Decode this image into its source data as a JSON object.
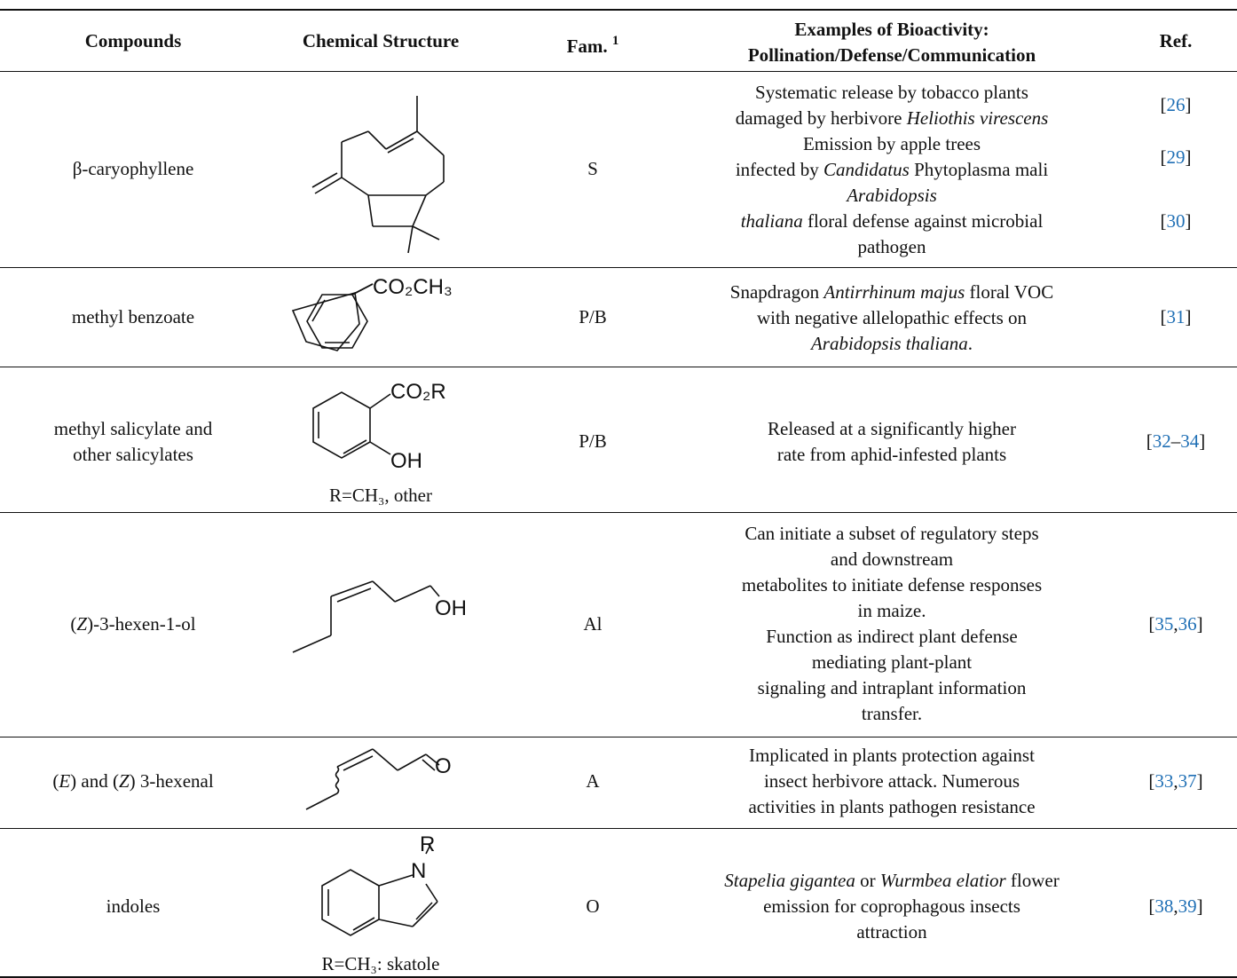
{
  "header": {
    "compounds": "Compounds",
    "structure": "Chemical Structure",
    "family": "Fam.",
    "family_note": "1",
    "bioactivity_line1": "Examples of Bioactivity:",
    "bioactivity_line2": "Pollination/Defense/Communication",
    "ref": "Ref."
  },
  "rows": [
    {
      "compound": "β-caryophyllene",
      "family": "S",
      "bio": [
        [
          "Systematic release by tobacco plants"
        ],
        [
          "damaged by herbivore ",
          {
            "i": "Heliothis virescens"
          }
        ],
        [
          "Emission by apple trees"
        ],
        [
          "infected by ",
          {
            "i": "Candidatus"
          },
          " Phytoplasma mali"
        ],
        [
          {
            "i": "Arabidopsis"
          }
        ],
        [
          {
            "i": "thaliana"
          },
          " floral defense against microbial"
        ],
        [
          "pathogen"
        ]
      ],
      "refs": [
        [
          "[",
          {
            "a": "26"
          },
          "]"
        ],
        [
          "[",
          {
            "a": "29"
          },
          "]"
        ],
        [
          "[",
          {
            "a": "30"
          },
          "]"
        ]
      ]
    },
    {
      "compound": "methyl benzoate",
      "family": "P/B",
      "structure_label": "CO₂CH₃",
      "bio": [
        [
          "Snapdragon ",
          {
            "i": "Antirrhinum majus"
          },
          " floral VOC"
        ],
        [
          "with negative allelopathic effects on"
        ],
        [
          {
            "i": "Arabidopsis thaliana"
          },
          "."
        ]
      ],
      "refs": [
        [
          "[",
          {
            "a": "31"
          },
          "]"
        ]
      ]
    },
    {
      "compound_line1": "methyl salicylate and",
      "compound_line2": "other salicylates",
      "family": "P/B",
      "structure_label1": "CO₂R",
      "structure_label2": "OH",
      "structure_caption": "R=CH₃, other",
      "bio": [
        [
          "Released at a significantly higher"
        ],
        [
          "rate from aphid-infested plants"
        ]
      ],
      "refs": [
        [
          "[",
          {
            "a": "32"
          },
          "–",
          {
            "a": "34"
          },
          "]"
        ]
      ]
    },
    {
      "compound_pre": "(",
      "compound_it": "Z",
      "compound_post": ")-3-hexen-1-ol",
      "family": "Al",
      "structure_label": "OH",
      "bio": [
        [
          "Can initiate a subset of regulatory steps"
        ],
        [
          "and downstream"
        ],
        [
          "metabolites to initiate defense responses"
        ],
        [
          "in maize."
        ],
        [
          "Function as indirect plant defense"
        ],
        [
          "mediating plant-plant"
        ],
        [
          "signaling and intraplant information"
        ],
        [
          "transfer."
        ]
      ],
      "refs": [
        [
          "[",
          {
            "a": "35"
          },
          ",",
          {
            "a": "36"
          },
          "]"
        ]
      ]
    },
    {
      "compound_parts": [
        "(",
        {
          "i": "E"
        },
        ") and (",
        {
          "i": "Z"
        },
        ") 3-hexenal"
      ],
      "family": "A",
      "structure_label": "O",
      "bio": [
        [
          "Implicated in plants protection against"
        ],
        [
          "insect herbivore attack. Numerous"
        ],
        [
          "activities in plants pathogen resistance"
        ]
      ],
      "refs": [
        [
          "[",
          {
            "a": "33"
          },
          ",",
          {
            "a": "37"
          },
          "]"
        ]
      ]
    },
    {
      "compound": "indoles",
      "family": "O",
      "structure_label1": "R",
      "structure_label2": "N",
      "structure_caption": "R=CH₃: skatole",
      "bio": [
        [
          {
            "i": "Stapelia gigantea"
          },
          " or ",
          {
            "i": "Wurmbea elatior"
          },
          " flower"
        ],
        [
          "emission for coprophagous insects"
        ],
        [
          "attraction"
        ]
      ],
      "refs": [
        [
          "[",
          {
            "a": "38"
          },
          ",",
          {
            "a": "39"
          },
          "]"
        ]
      ]
    }
  ]
}
